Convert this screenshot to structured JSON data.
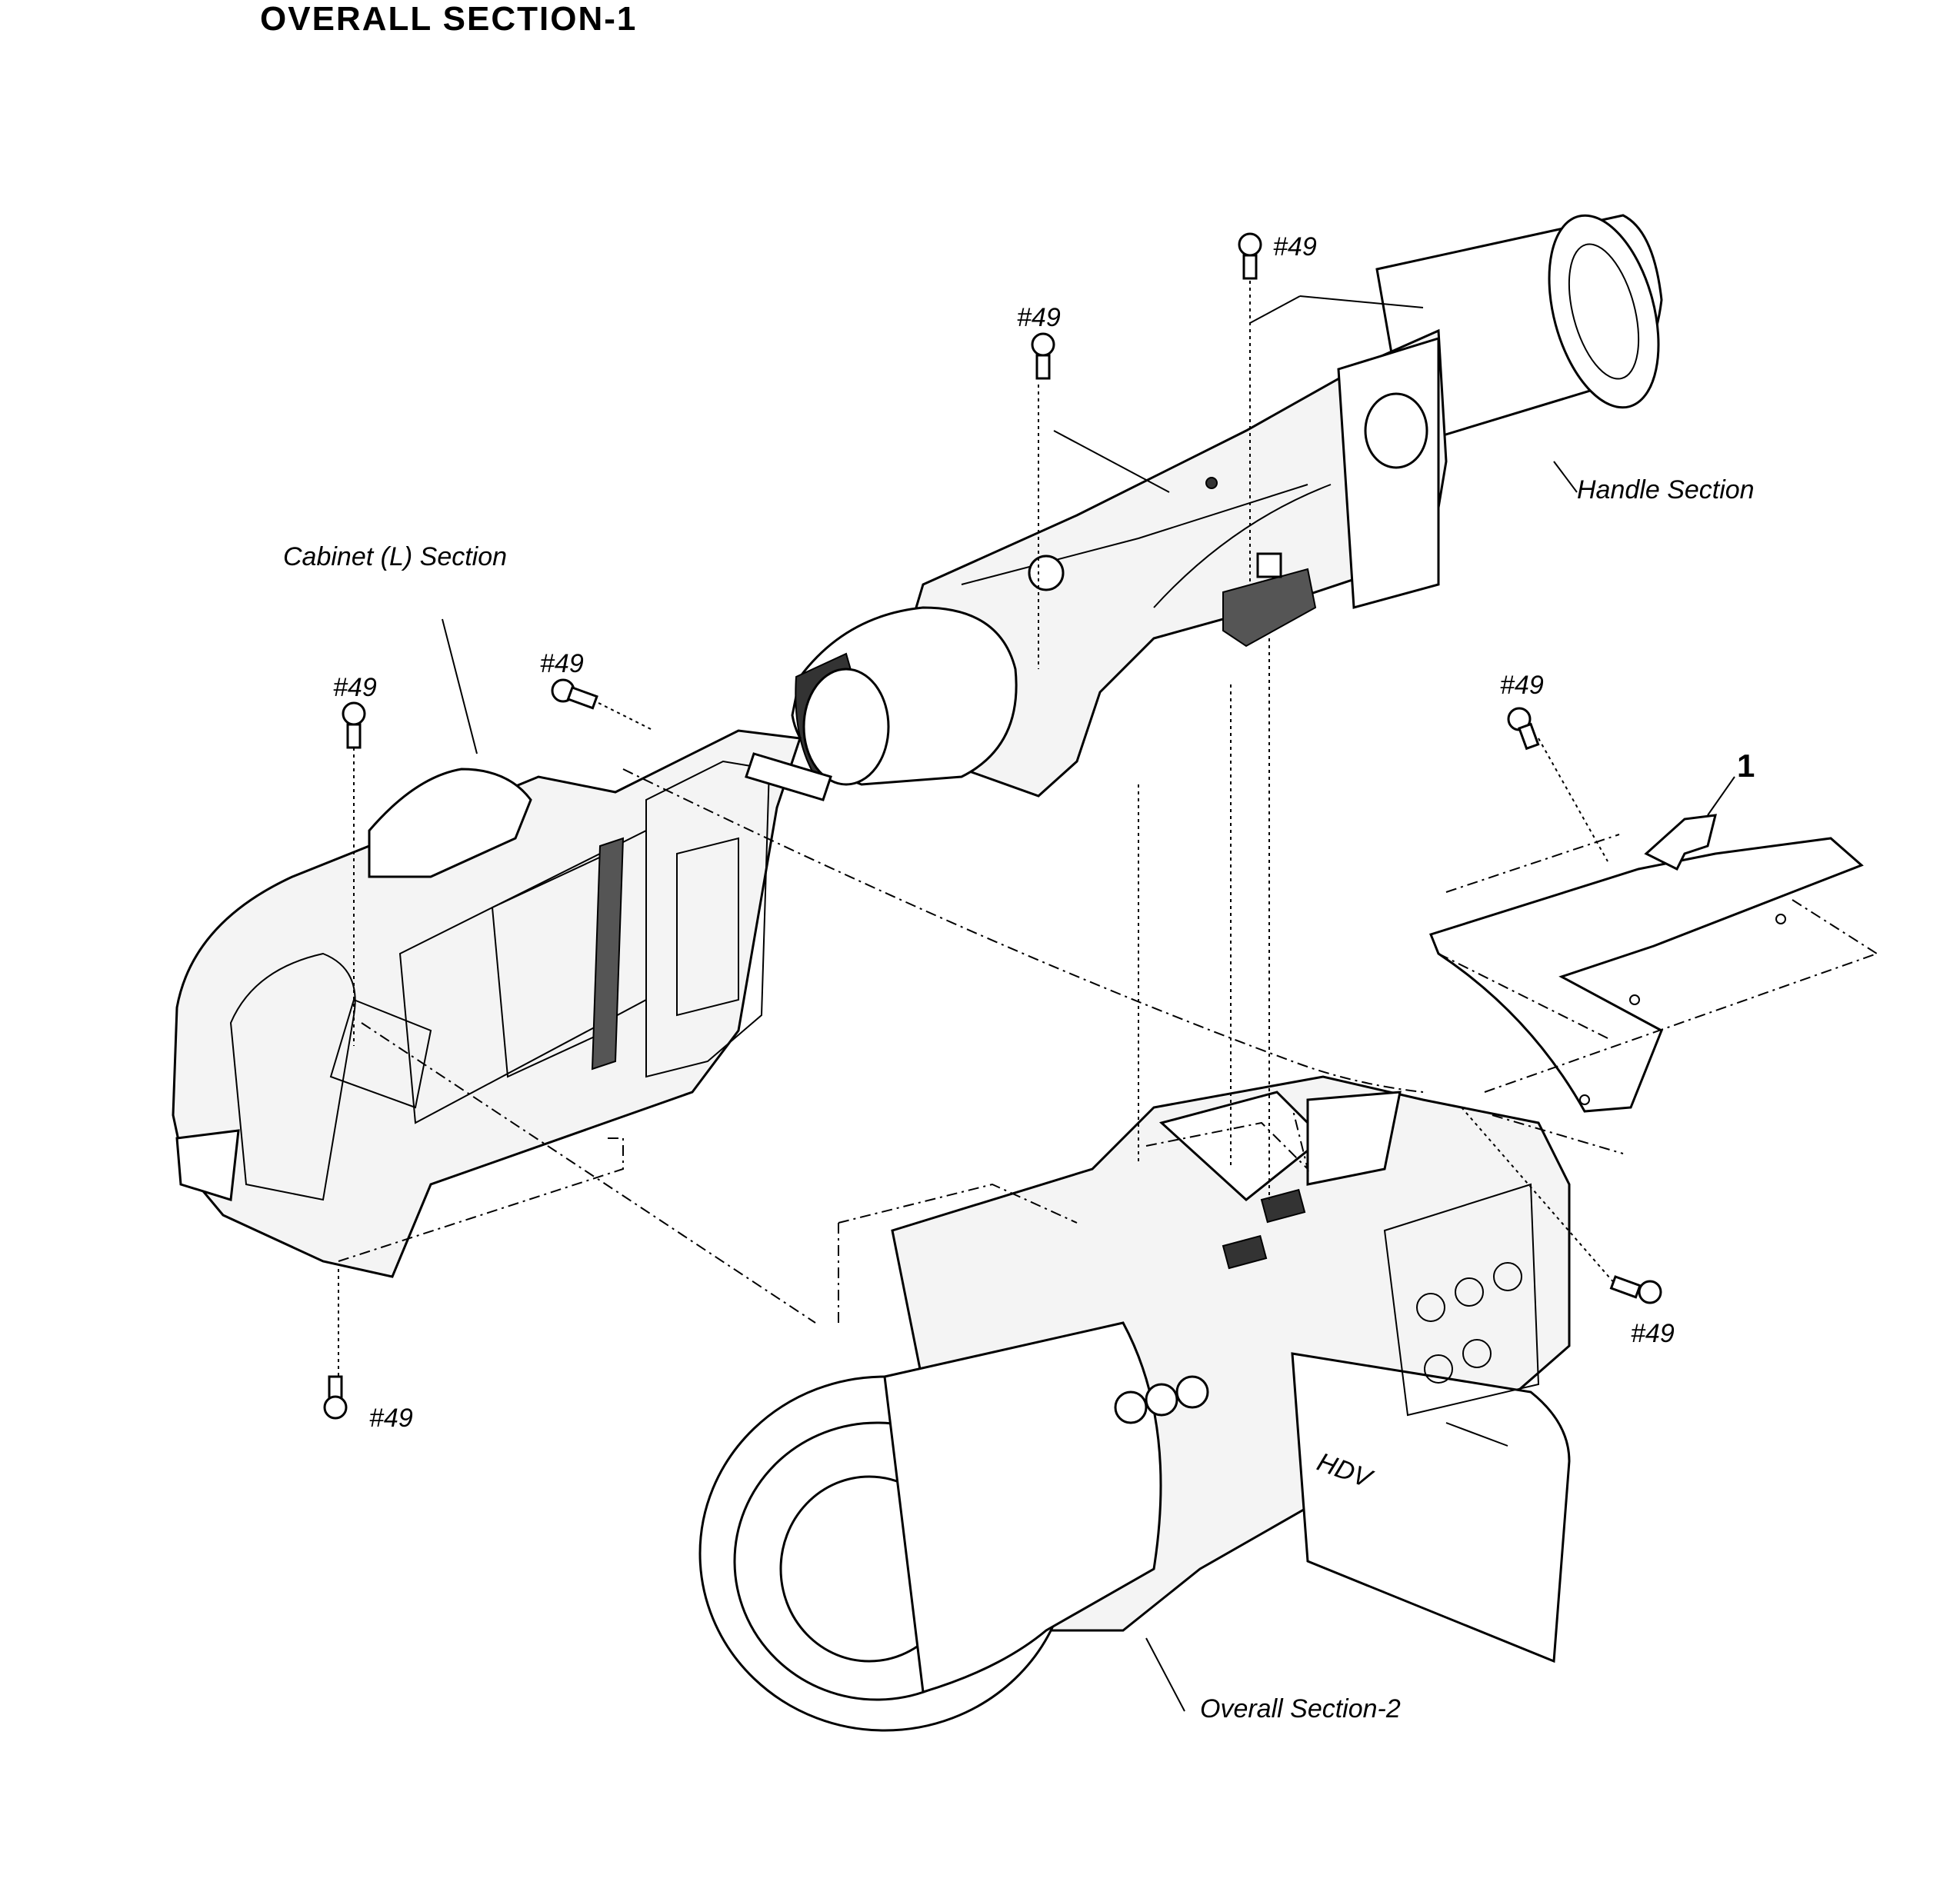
{
  "title": "OVERALL  SECTION-1",
  "labels": {
    "handle_section": "Handle Section",
    "cabinet_l_section": "Cabinet (L) Section",
    "overall_section_2": "Overall Section-2",
    "part_1": "1",
    "screw": "#49"
  },
  "body_markings": {
    "hdv_logo": "HDV"
  }
}
